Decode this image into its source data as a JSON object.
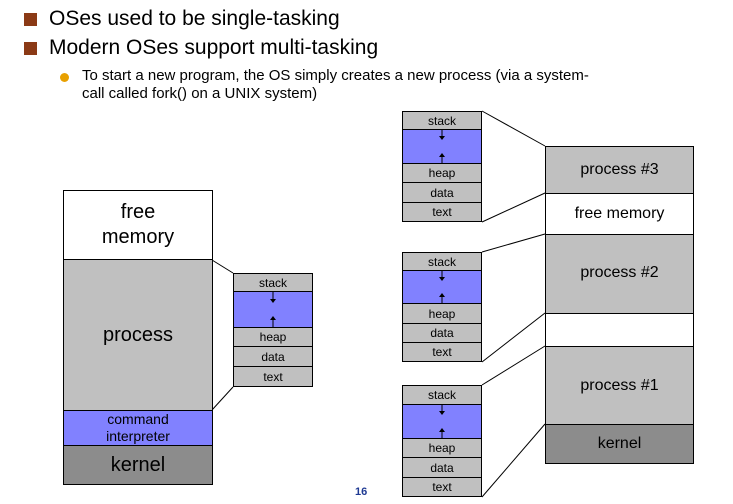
{
  "bullets": [
    "OSes used to be single-tasking",
    "Modern OSes support multi-tasking"
  ],
  "subbullet": {
    "line1": "To start a new program, the OS simply creates a new process (via a system-",
    "line2": "call called fork() on a UNIX system)"
  },
  "left_memory": {
    "free_line1": "free",
    "free_line2": "memory",
    "process": "process",
    "cmd_line1": "command",
    "cmd_line2": "interpreter",
    "kernel": "kernel"
  },
  "segments": {
    "stack": "stack",
    "heap": "heap",
    "data": "data",
    "text": "text"
  },
  "right_memory": {
    "process3": "process #3",
    "free_memory": "free memory",
    "process2": "process #2",
    "process1": "process #1",
    "kernel": "kernel"
  },
  "page_number": "16",
  "colors": {
    "bullet_square": "#8B3A16",
    "bullet_dot": "#E8A000",
    "process_gray": "#c0c0c0",
    "kernel_gray": "#8c8c8c",
    "interpreter_blue": "#8181ff",
    "page_number": "#1f3a93"
  }
}
